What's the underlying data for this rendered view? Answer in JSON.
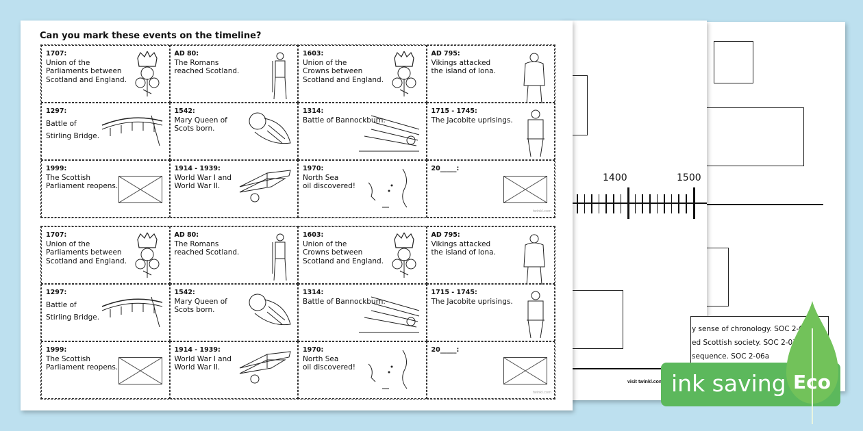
{
  "worksheet": {
    "title": "Can you mark these events on the timeline?",
    "cards": [
      {
        "date": "1707:",
        "text": "Union of the\nParliaments between\nScotland and England.",
        "icon": "crown-thistle-icon"
      },
      {
        "date": "AD 80:",
        "text": "The Romans\nreached Scotland.",
        "icon": "roman-soldier-icon"
      },
      {
        "date": "1603:",
        "text": "Union of the\nCrowns between\nScotland and England.",
        "icon": "crown-thistle-icon"
      },
      {
        "date": "AD 795:",
        "text": "Vikings attacked\nthe island of Iona.",
        "icon": "viking-icon"
      },
      {
        "date": "1297:",
        "text": "Battle of\nStirling Bridge.",
        "icon": "bridge-icon"
      },
      {
        "date": "1542:",
        "text": "Mary Queen of\nScots born.",
        "icon": "baby-icon"
      },
      {
        "date": "1314:",
        "text": "Battle of Bannockburn.",
        "icon": "battle-spears-icon"
      },
      {
        "date": "1715 - 1745:",
        "text": "The Jacobite uprisings.",
        "icon": "jacobite-icon"
      },
      {
        "date": "1999:",
        "text": "The Scottish\nParliament reopens.",
        "icon": "saltire-flag-icon"
      },
      {
        "date": "1914 - 1939:",
        "text": "World War I and\nWorld War II.",
        "icon": "biplane-icon"
      },
      {
        "date": "1970:",
        "text": "North Sea\noil discovered!",
        "icon": "north-sea-map-icon"
      },
      {
        "date": "20_____:",
        "text": "",
        "icon": "saltire-flag-icon"
      }
    ],
    "credit": "twinkl.com"
  },
  "timeline": {
    "year_labels": [
      "1400",
      "1500"
    ]
  },
  "outcomes": {
    "lines": [
      "y sense of chronology. SOC 2-02a",
      "ed Scottish society. SOC 2-03a",
      "sequence. SOC 2-06a"
    ],
    "footer": "visit twinkl.com"
  },
  "badge": {
    "label": "ink saving",
    "leaf_label": "Eco",
    "color": "#5cb85c"
  }
}
